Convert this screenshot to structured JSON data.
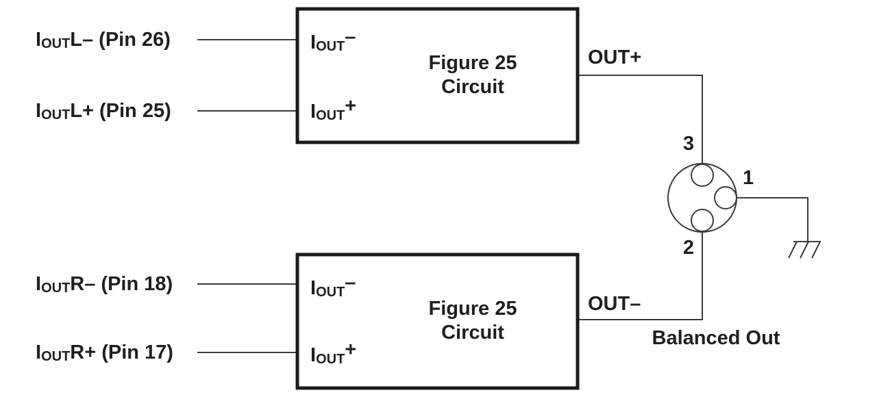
{
  "figure": {
    "bg": "#ffffff",
    "ink": "#1f1f1f",
    "wire_color": "#3a3a3a",
    "block_border_color": "#1b1b1b"
  },
  "left_inputs": [
    {
      "i": "I",
      "sub": "OUT",
      "rest": "L– (Pin 26)"
    },
    {
      "i": "I",
      "sub": "OUT",
      "rest": "L+ (Pin 25)"
    },
    {
      "i": "I",
      "sub": "OUT",
      "rest": "R– (Pin 18)"
    },
    {
      "i": "I",
      "sub": "OUT",
      "rest": "R+ (Pin 17)"
    }
  ],
  "blocks": [
    {
      "title1": "Figure 25",
      "title2": "Circuit",
      "port_neg": {
        "i": "I",
        "sub": "OUT",
        "sign": "–"
      },
      "port_pos": {
        "i": "I",
        "sub": "OUT",
        "sign": "+"
      }
    },
    {
      "title1": "Figure 25",
      "title2": "Circuit",
      "port_neg": {
        "i": "I",
        "sub": "OUT",
        "sign": "–"
      },
      "port_pos": {
        "i": "I",
        "sub": "OUT",
        "sign": "+"
      }
    }
  ],
  "outputs": {
    "plus": "OUT+",
    "minus": "OUT–"
  },
  "connector": {
    "pin_top": "3",
    "pin_right": "1",
    "pin_bottom": "2",
    "label": "Balanced Out"
  },
  "icons": {
    "ground_icon": "chassis-ground"
  }
}
